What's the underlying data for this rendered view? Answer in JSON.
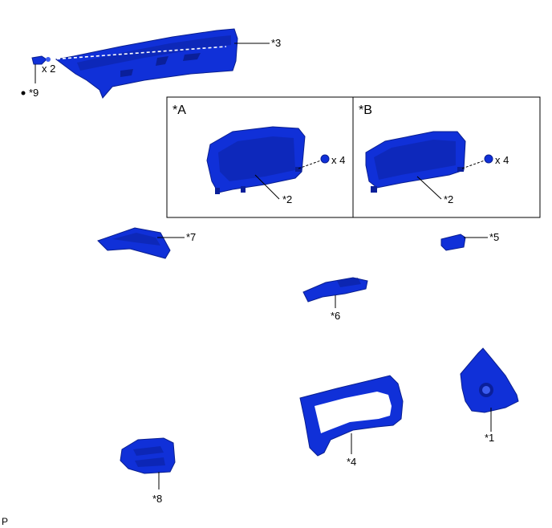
{
  "parts": {
    "p1": "*1",
    "p2a": "*2",
    "p2b": "*2",
    "p3": "*3",
    "p4": "*4",
    "p5": "*5",
    "p6": "*6",
    "p7": "*7",
    "p8": "*8",
    "p9": "*9"
  },
  "qty": {
    "clips": "x 2",
    "screws_a": "x 4",
    "screws_b": "x 4"
  },
  "panels": {
    "a": "*A",
    "b": "*B"
  },
  "footer": {
    "code": "P"
  },
  "colors": {
    "part_blue": "#1030d8"
  }
}
